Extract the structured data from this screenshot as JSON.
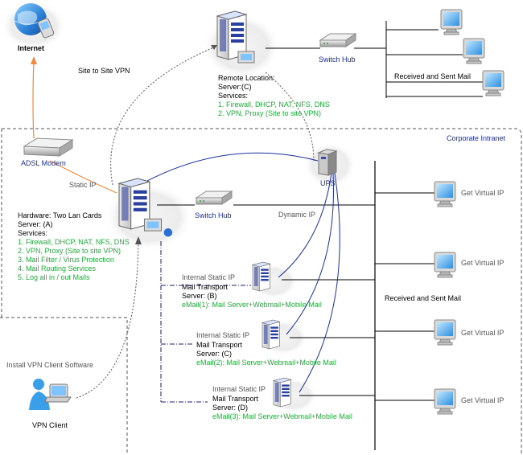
{
  "colors": {
    "black": "#000000",
    "green": "#1fae3a",
    "blue": "#1c2f9c",
    "navy": "#1b1b7a",
    "orange": "#f08a3c",
    "gray_text": "#555555",
    "dash": "#555555"
  },
  "labels": {
    "internet": "Internet",
    "site_to_site_vpn": "Site to Site VPN",
    "adsl_modem": "ADSL Modem",
    "static_ip": "Static IP",
    "corporate_intranet": "Corporate Intranet",
    "ups": "UPS",
    "dynamic_ip": "Dynamic IP",
    "received_sent_mail_top": "Received and Sent Mail",
    "received_sent_mail_bottom": "Received and Sent Mail",
    "install_vpn_client": "Install VPN Client Software",
    "vpn_client": "VPN Client"
  },
  "remote": {
    "line1": "Remote Location:",
    "line2": "Server:(C)",
    "line3": "Services:",
    "service1": "1. Firewall, DHCP, NAT, NFS, DNS",
    "service2": "2. VPN, Proxy (Site to site VPN)",
    "switch_label": "Switch Hub"
  },
  "main_server": {
    "line1": "Hardware: Two Lan Cards",
    "line2": "Server: (A)",
    "line3": "Services:",
    "services": [
      "1. Firewall, DHCP, NAT, NFS, DNS",
      "2. VPN, Proxy (Site to site VPN)",
      "3. Mail Filter / Virus Protection",
      "4. Mail Routing Services",
      "5. Log all in / out Mails"
    ],
    "switch_label": "Switch Hub"
  },
  "mail_servers": [
    {
      "ip": "Internal Static IP",
      "title": "Mail Transport",
      "server": "Server: (B)",
      "email": "eMail(1): Mail Server+Webmail+Mobile Mail"
    },
    {
      "ip": "Internal Static IP",
      "title": "Mail Transport",
      "server": "Server: (C)",
      "email": "eMail(2): Mail Server+Webmail+Mobile Mail"
    },
    {
      "ip": "Internal Static IP",
      "title": "Mail Transport",
      "server": "Server: (D)",
      "email": "eMail(3): Mail Server+Webmail+Mobile Mail"
    }
  ],
  "virtual_ip": [
    "Get Virtual IP",
    "Get Virtual IP",
    "Get Virtual IP",
    "Get Virtual IP"
  ]
}
